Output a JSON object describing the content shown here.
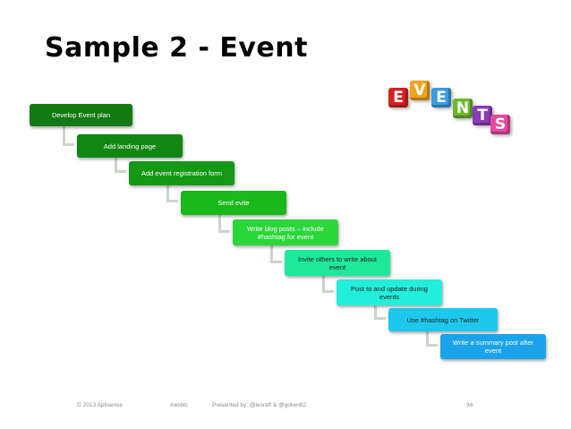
{
  "slide": {
    "title": "Sample 2 - Event",
    "steps": [
      {
        "label": "Develop Event plan",
        "bg": "#137a13",
        "fg": "#ffffff"
      },
      {
        "label": "Add landing page",
        "bg": "#128612",
        "fg": "#ffffff"
      },
      {
        "label": "Add event registration form",
        "bg": "#159815",
        "fg": "#ffffff"
      },
      {
        "label": "Send evite",
        "bg": "#1ab81a",
        "fg": "#ffffff"
      },
      {
        "label": "Write blog posts – include\n#hashtag for event",
        "bg": "#2bd63a",
        "fg": "#ffffff"
      },
      {
        "label": "Invite others to write about\nevent",
        "bg": "#1ee89a",
        "fg": "#222222"
      },
      {
        "label": "Post to and update during\nevents",
        "bg": "#22eedb",
        "fg": "#222222"
      },
      {
        "label": "Use #hashtag on Twitter",
        "bg": "#1ec8ec",
        "fg": "#222222"
      },
      {
        "label": "Write a summary post after\nevent",
        "bg": "#1aa3ea",
        "fg": "#ffffff"
      }
    ],
    "logo": {
      "letters": [
        {
          "char": "E",
          "color": "#d42222"
        },
        {
          "char": "V",
          "color": "#f0a31b"
        },
        {
          "char": "E",
          "color": "#3a9ce0"
        },
        {
          "char": "N",
          "color": "#6cb82a"
        },
        {
          "char": "T",
          "color": "#8a3bb8"
        },
        {
          "char": "S",
          "color": "#e64aa0"
        }
      ]
    },
    "footer": {
      "copyright": "© 2013 Aptisense",
      "hashtag": "#wsbtc",
      "presented": "Presented by: @lesraft & @golwn62",
      "page": "34"
    }
  }
}
